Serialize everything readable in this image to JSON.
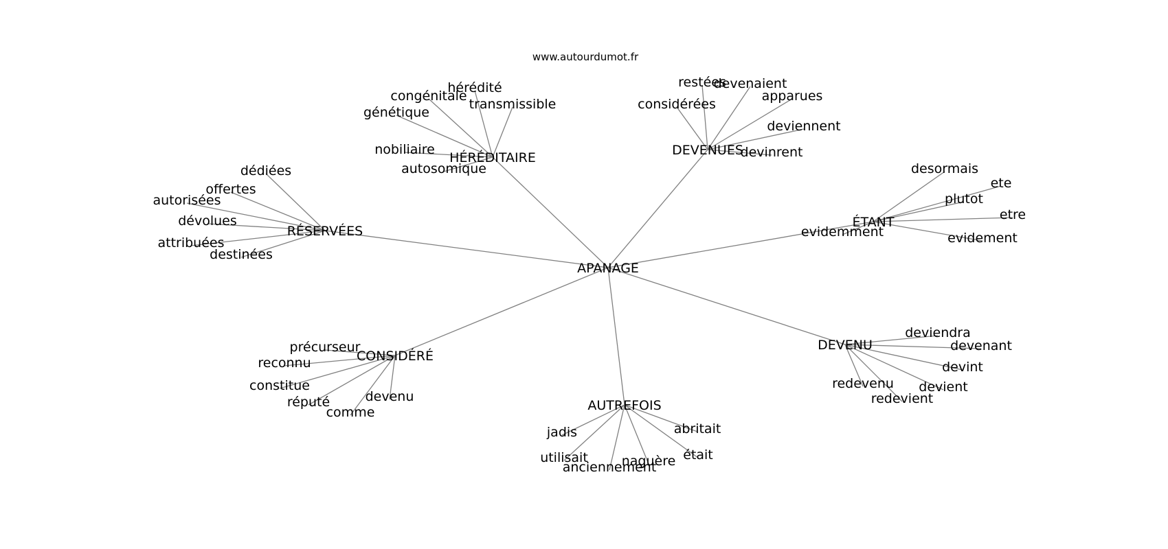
{
  "credit": "www.autourdumot.fr",
  "colors": {
    "edge": "#808080",
    "text": "#000000",
    "background": "#ffffff"
  },
  "graph": {
    "root": "APANAGE",
    "clusters": [
      {
        "hub": "HÉRÉDITAIRE",
        "leaves": [
          "congénitale",
          "hérédité",
          "transmissible",
          "génétique",
          "nobiliaire",
          "autosomique"
        ]
      },
      {
        "hub": "DEVENUES",
        "leaves": [
          "restées",
          "devenaient",
          "apparues",
          "considérées",
          "deviennent",
          "devinrent"
        ]
      },
      {
        "hub": "RÉSERVÉES",
        "leaves": [
          "dédiées",
          "offertes",
          "autorisées",
          "dévolues",
          "attribuées",
          "destinées"
        ]
      },
      {
        "hub": "ÉTANT",
        "leaves": [
          "desormais",
          "ete",
          "plutot",
          "etre",
          "evidemment",
          "evidement"
        ]
      },
      {
        "hub": "CONSIDÉRÉ",
        "leaves": [
          "précurseur",
          "reconnu",
          "constitue",
          "réputé",
          "comme",
          "devenu"
        ]
      },
      {
        "hub": "AUTREFOIS",
        "leaves": [
          "jadis",
          "utilisait",
          "anciennement",
          "naguère",
          "était",
          "abritait"
        ]
      },
      {
        "hub": "DEVENU",
        "leaves": [
          "deviendra",
          "devenant",
          "devint",
          "devient",
          "redevient",
          "redevenu"
        ]
      }
    ]
  }
}
